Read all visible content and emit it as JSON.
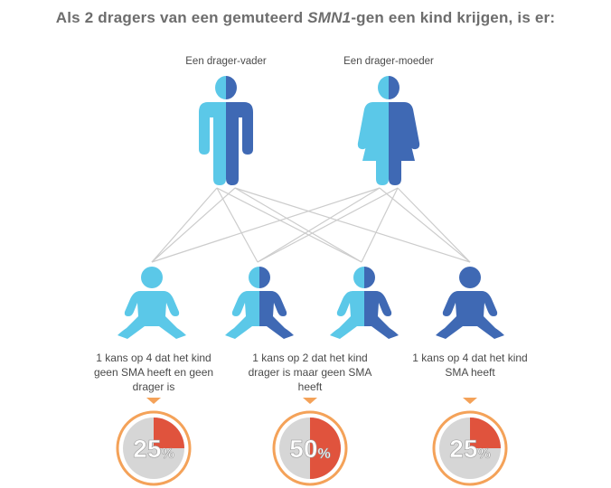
{
  "title": {
    "prefix": "Als 2 dragers van een gemuteerd ",
    "gene": "SMN1",
    "suffix": "-gen een kind krijgen, is er:"
  },
  "parents": [
    {
      "label": "Een drager-vader"
    },
    {
      "label": "Een drager-moeder"
    }
  ],
  "outcomes": [
    {
      "text": "1 kans op 4 dat het kind geen SMA heeft en geen drager is",
      "percent_number": "25",
      "percent_sign": "%",
      "fraction": 0.25
    },
    {
      "text": "1 kans op 2 dat het kind drager is maar geen SMA heeft",
      "percent_number": "50",
      "percent_sign": "%",
      "fraction": 0.5
    },
    {
      "text": "1 kans op 4 dat het kind SMA heeft",
      "percent_number": "25",
      "percent_sign": "%",
      "fraction": 0.25
    }
  ],
  "colors": {
    "light_blue": "#5bc8e8",
    "dark_blue": "#3f69b4",
    "accent_orange": "#f4a259",
    "accent_red": "#e0533d",
    "ring_grey": "#d6d6d6",
    "line_grey": "#cccccc"
  }
}
